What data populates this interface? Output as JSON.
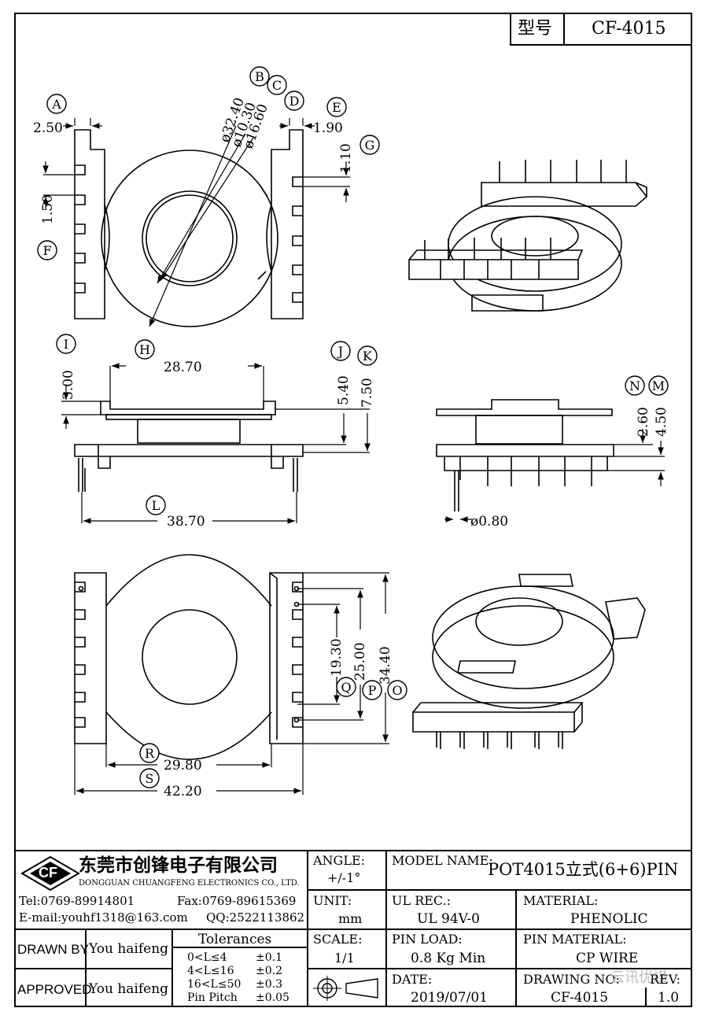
{
  "header": {
    "model_label": "型号",
    "model_value": "CF-4015"
  },
  "dimensions": {
    "A": "2.50",
    "B": "ø32.40",
    "C": "ø10.30",
    "D": "ø16.60",
    "E": "1.90",
    "G": "1.10",
    "F": "1.50",
    "I": "3.00",
    "H": "28.70",
    "J": "5.40",
    "K": "7.50",
    "L": "38.70",
    "N": "2.60",
    "M": "4.50",
    "pin_dia": "ø0.80",
    "Q": "19.30",
    "P": "25.00",
    "O": "34.40",
    "R": "29.80",
    "S": "42.20"
  },
  "callouts": [
    "A",
    "B",
    "C",
    "D",
    "E",
    "F",
    "G",
    "H",
    "I",
    "J",
    "K",
    "L",
    "M",
    "N",
    "O",
    "P",
    "Q",
    "R",
    "S"
  ],
  "titleblock": {
    "company_cn": "东莞市创锋电子有限公司",
    "company_en": "DONGGUAN CHUANGFENG ELECTRONICS CO., LTD.",
    "logo_text": "CF",
    "tel": "Tel:0769-89914801",
    "fax": "Fax:0769-89615369",
    "email": "E-mail:youhf1318@163.com",
    "qq": "QQ:2522113862",
    "drawn_by_label": "DRAWN BY",
    "drawn_by": "You haifeng",
    "approved_label": "APPROVED",
    "approved_by": "You haifeng",
    "tolerances_label": "Tolerances",
    "tol_rows": [
      {
        "range": "0<L≤4",
        "tol": "±0.1"
      },
      {
        "range": "4<L≤16",
        "tol": "±0.2"
      },
      {
        "range": "16<L≤50",
        "tol": "±0.3"
      },
      {
        "range": "Pin Pitch",
        "tol": "±0.05"
      }
    ],
    "angle_label": "ANGLE:",
    "angle_value": "+/-1°",
    "unit_label": "UNIT:",
    "unit_value": "mm",
    "scale_label": "SCALE:",
    "scale_value": "1/1",
    "model_name_label": "MODEL NAME:",
    "model_name": "POT4015立式(6+6)PIN",
    "ul_label": "UL REC.:",
    "ul_value": "UL 94V-0",
    "material_label": "MATERIAL:",
    "material_value": "PHENOLIC",
    "pinload_label": "PIN LOAD:",
    "pinload_value": "0.8 Kg Min",
    "pinmat_label": "PIN MATERIAL:",
    "pinmat_value": "CP WIRE",
    "date_label": "DATE:",
    "date_value": "2019/07/01",
    "drawing_no_label": "DRAWING NO:",
    "drawing_no_value": "CF-4015",
    "rev_label": "REV:",
    "rev_value": "1.0",
    "watermark": "云讯优煤"
  }
}
